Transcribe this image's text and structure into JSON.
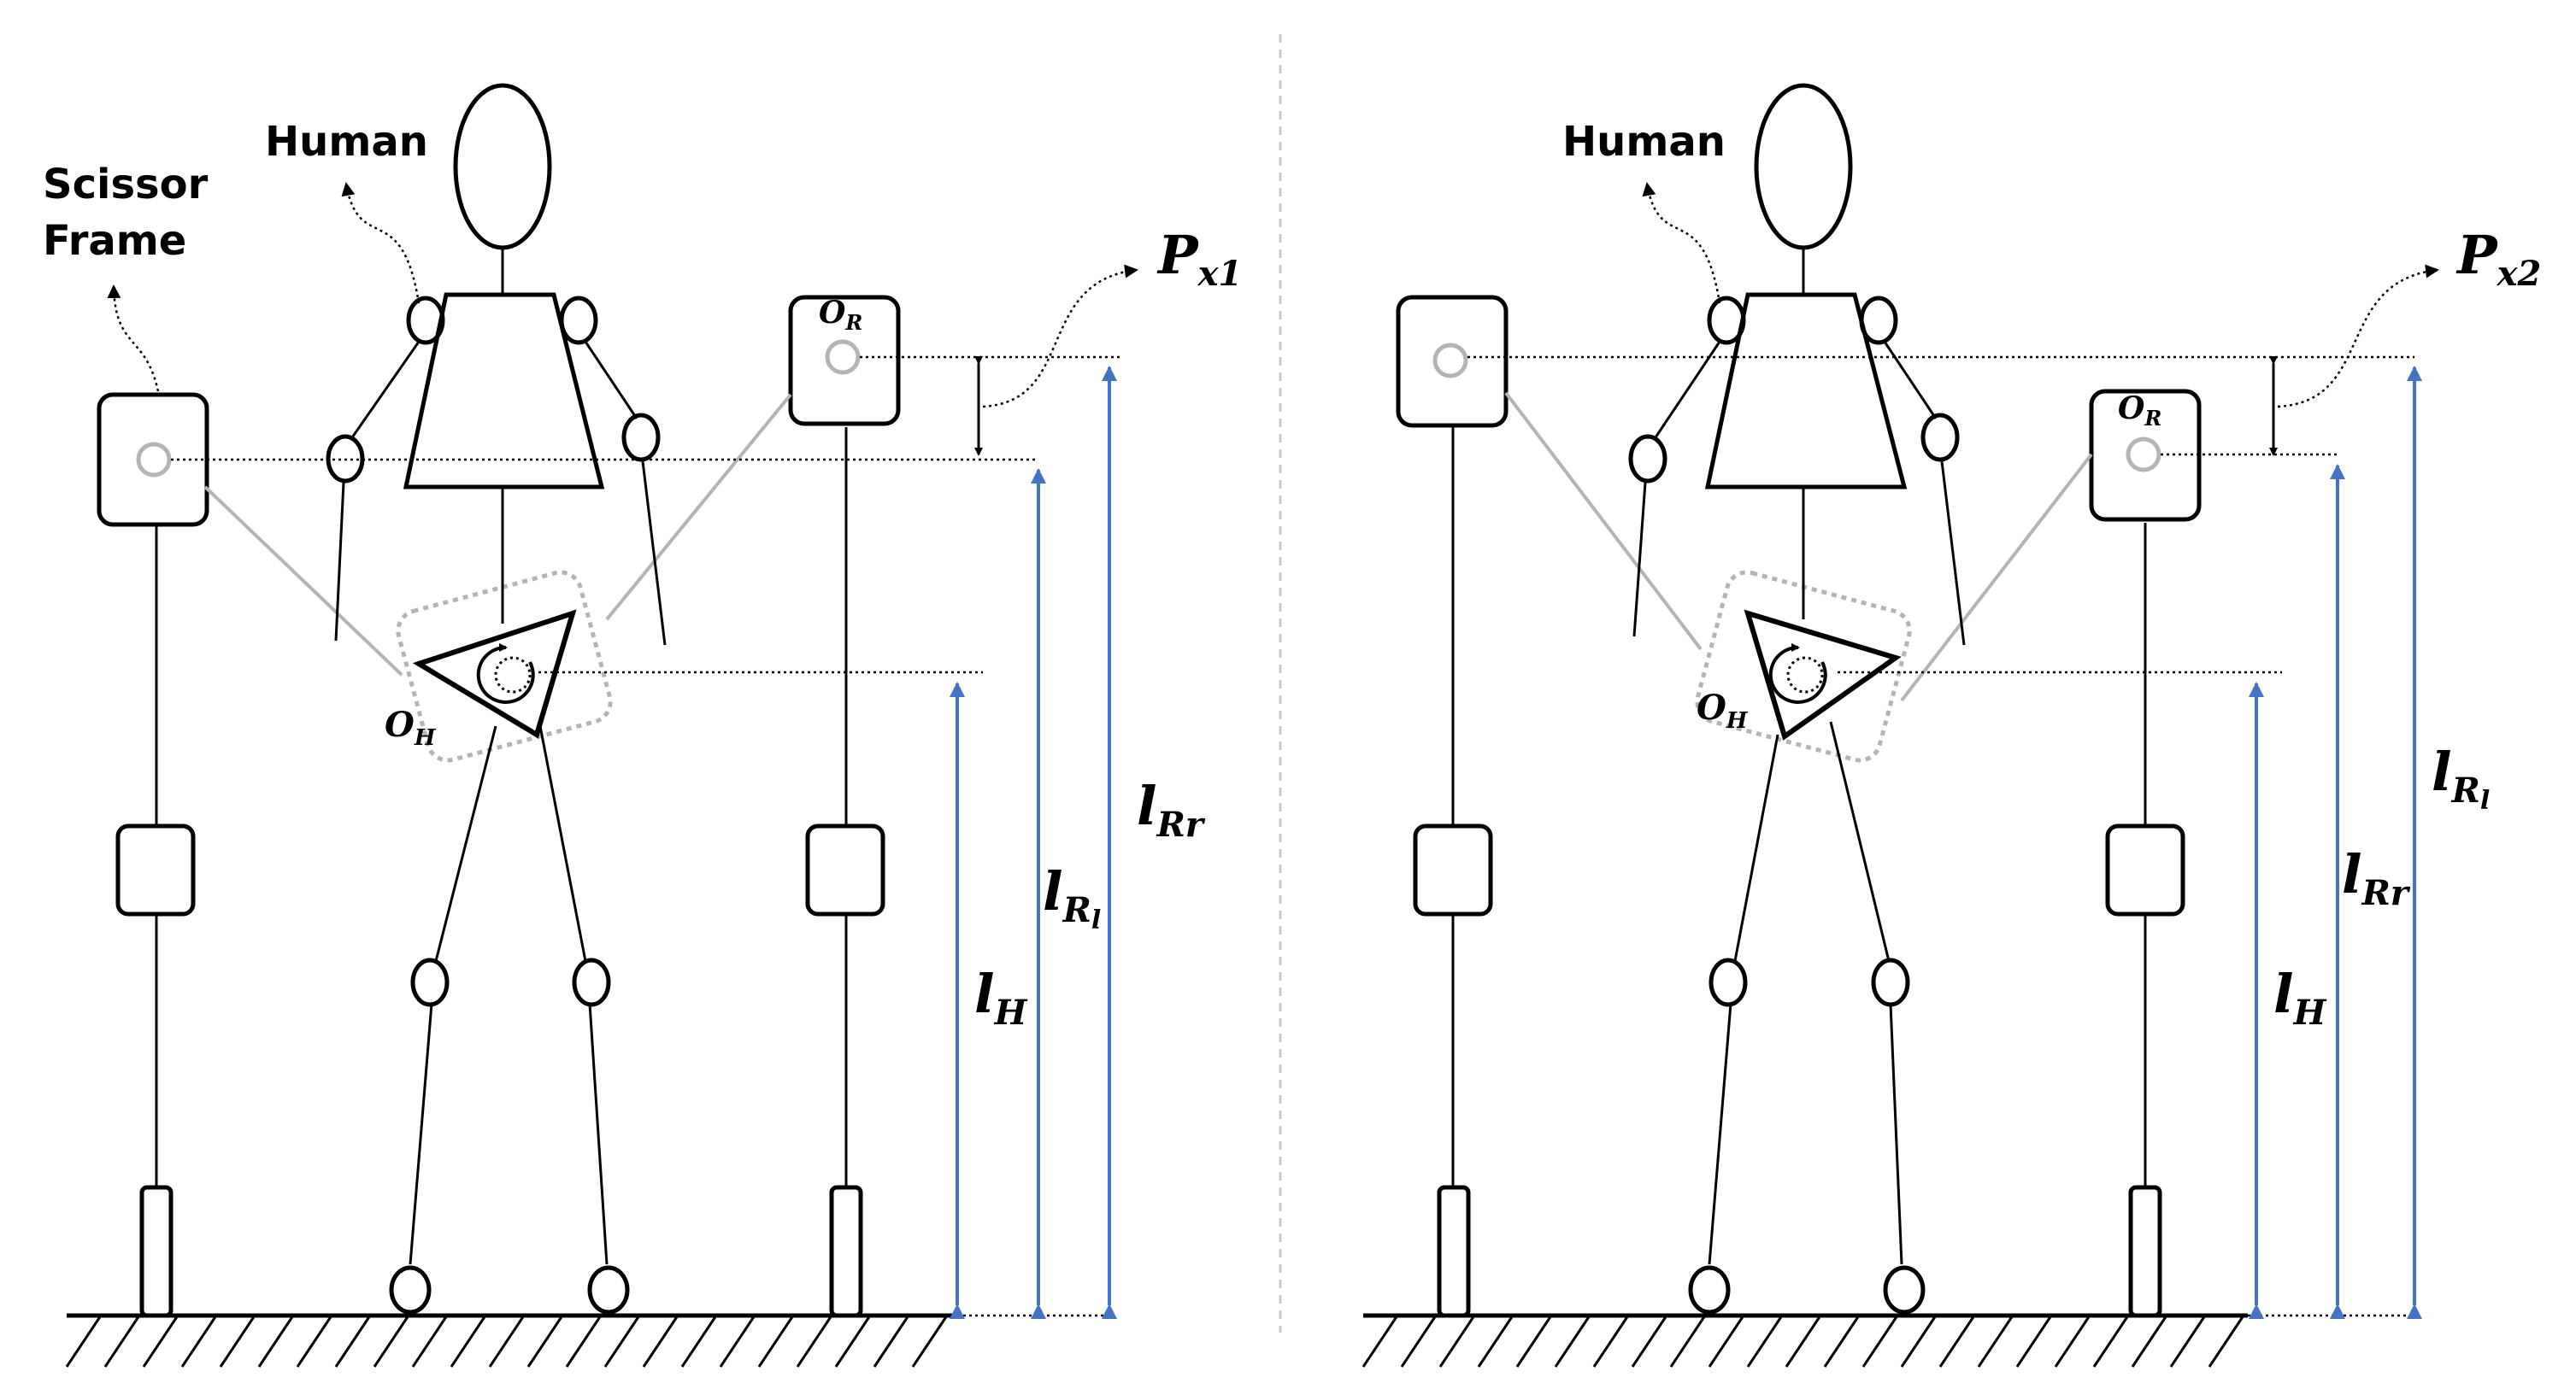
{
  "colors": {
    "ink": "#000000",
    "measure_arrow": "#4472c4",
    "mechanism_gray": "#b4b4b4",
    "divider": "#c8c8c8"
  },
  "panels": [
    {
      "human_label": "Human",
      "frame_label_line1": "Scissor",
      "frame_label_line2": "Frame",
      "P_base": "P",
      "P_sub": "x1",
      "O_R_base": "O",
      "O_R_sub": "R",
      "O_H_base": "O",
      "O_H_sub": "H",
      "l_H_base": "l",
      "l_H_sub": "H",
      "inner_length_base": "l",
      "inner_length_sub": "R",
      "inner_length_subsub": "l",
      "outer_length_base": "l",
      "outer_length_sub": "Rr",
      "outer_length_subsub": ""
    },
    {
      "human_label": "Human",
      "P_base": "P",
      "P_sub": "x2",
      "O_R_base": "O",
      "O_R_sub": "R",
      "O_H_base": "O",
      "O_H_sub": "H",
      "l_H_base": "l",
      "l_H_sub": "H",
      "inner_length_base": "l",
      "inner_length_sub": "Rr",
      "inner_length_subsub": "",
      "outer_length_base": "l",
      "outer_length_sub": "R",
      "outer_length_subsub": "l"
    }
  ]
}
